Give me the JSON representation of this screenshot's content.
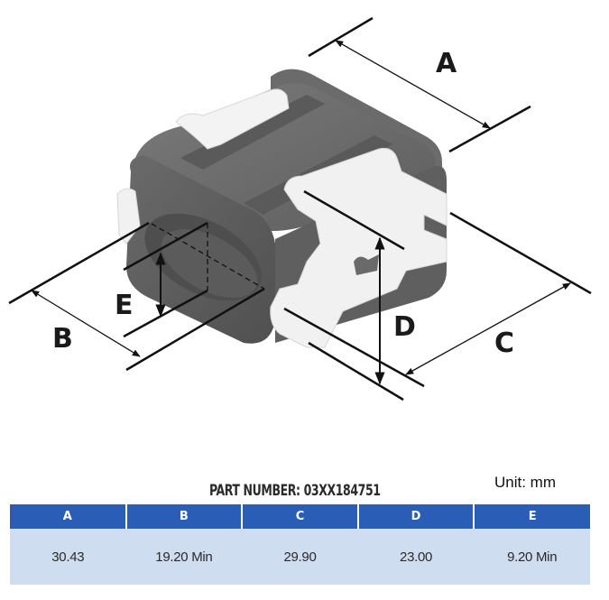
{
  "drawing": {
    "subject": "ferrite-core-with-clips",
    "dimension_labels": [
      "A",
      "B",
      "C",
      "D",
      "E"
    ]
  },
  "part_number_label": "PART NUMBER: 03XX184751",
  "unit_label": "Unit: mm",
  "table": {
    "headers": [
      "A",
      "B",
      "C",
      "D",
      "E"
    ],
    "values": [
      "30.43",
      "19.20 Min",
      "29.90",
      "23.00",
      "9.20 Min"
    ]
  },
  "colors": {
    "header_bg": "#2a5db5",
    "row_bg": "#cfddf1",
    "core_gray": "#6d6d6d",
    "clip_white": "#f2f2f2"
  }
}
